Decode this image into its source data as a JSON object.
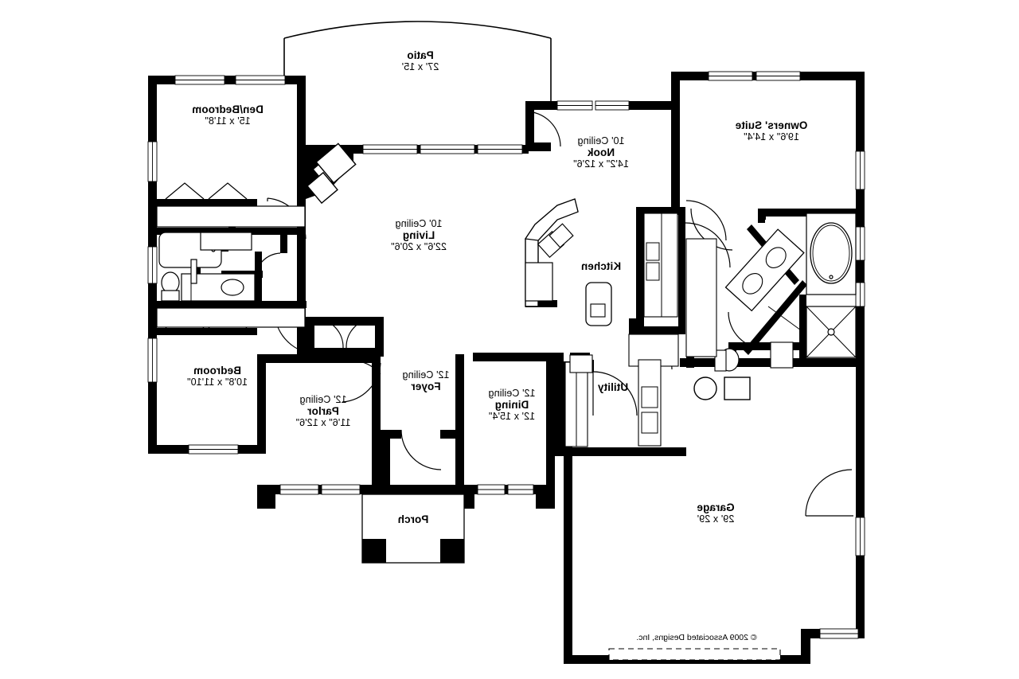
{
  "document": {
    "type": "architectural-floor-plan",
    "orientation": "mirrored-horizontally",
    "copyright": "© 2009 Associated Designs, Inc."
  },
  "rooms": [
    {
      "key": "patio",
      "name": "Patio",
      "dimensions": "27' x 15'",
      "ceiling": ""
    },
    {
      "key": "den_bedroom",
      "name": "Den/Bedroom",
      "dimensions": "15' x 11'8\"",
      "ceiling": ""
    },
    {
      "key": "nook",
      "name": "Nook",
      "dimensions": "14'2\" x 12'6\"",
      "ceiling": "10' Ceiling"
    },
    {
      "key": "owners_suite",
      "name": "Owners' Suite",
      "dimensions": "19'6\" x 14'4\"",
      "ceiling": ""
    },
    {
      "key": "living",
      "name": "Living",
      "dimensions": "22'6\" x 20'6\"",
      "ceiling": "10' Ceiling"
    },
    {
      "key": "kitchen",
      "name": "Kitchen",
      "dimensions": "",
      "ceiling": ""
    },
    {
      "key": "bedroom",
      "name": "Bedroom",
      "dimensions": "10'8\" x 11'10\"",
      "ceiling": ""
    },
    {
      "key": "foyer",
      "name": "Foyer",
      "dimensions": "",
      "ceiling": "12' Ceiling"
    },
    {
      "key": "parlor",
      "name": "Parlor",
      "dimensions": "11'6\" x 12'6\"",
      "ceiling": "12' Ceiling"
    },
    {
      "key": "dining",
      "name": "Dining",
      "dimensions": "12' x 15'4\"",
      "ceiling": "12' Ceiling"
    },
    {
      "key": "utility",
      "name": "Utility",
      "dimensions": "",
      "ceiling": ""
    },
    {
      "key": "porch",
      "name": "Porch",
      "dimensions": "",
      "ceiling": ""
    },
    {
      "key": "garage",
      "name": "Garage",
      "dimensions": "29' x 29'",
      "ceiling": ""
    }
  ],
  "colors": {
    "wall": "#000000",
    "background": "#ffffff",
    "fixture_stroke": "#000000",
    "text": "#000000"
  }
}
